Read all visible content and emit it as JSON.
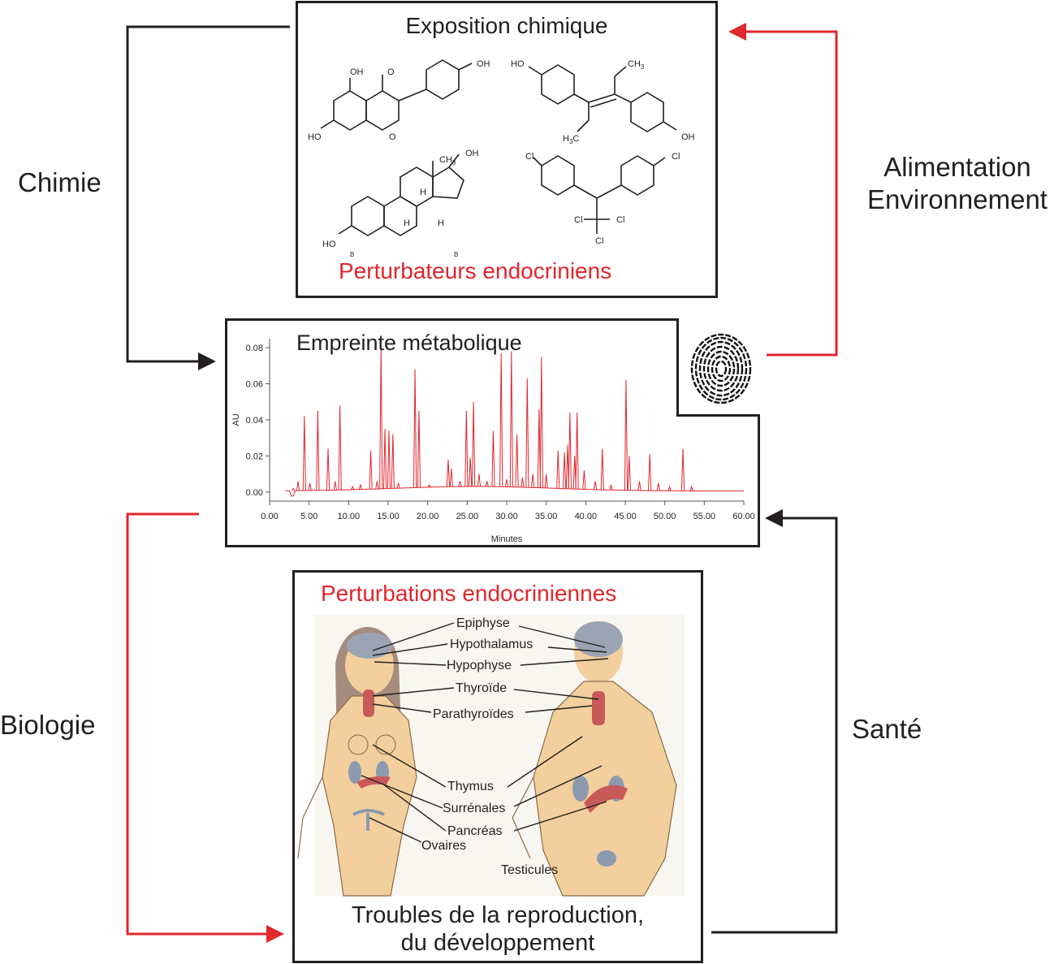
{
  "colors": {
    "black": "#231f20",
    "red": "#e1262d",
    "skin": "#f2cf9c",
    "organ": "#c85a5a"
  },
  "side_labels": {
    "chimie": "Chimie",
    "alimentation": "Alimentation",
    "environnement": "Environnement",
    "biologie": "Biologie",
    "sante": "Santé"
  },
  "top_box": {
    "title": "Exposition chimique",
    "subtitle": "Perturbateurs endocriniens",
    "molecule_labels": {
      "oh": "OH",
      "o": "O",
      "ho": "HO",
      "ch3": "CH",
      "ch3_sub": "3",
      "h3c": "H",
      "h3c_sub": "3",
      "h3c_c": "C",
      "h": "H",
      "cl": "Cl",
      "b": "B"
    }
  },
  "middle_box": {
    "title": "Empreinte métabolique",
    "fingerprint_icon": "fingerprint-icon"
  },
  "chart_data": {
    "type": "line",
    "xlabel": "Minutes",
    "ylabel": "AU",
    "xlim": [
      0,
      60
    ],
    "ylim": [
      -0.005,
      0.085
    ],
    "x_ticks": [
      "0.00",
      "5.00",
      "10.00",
      "15.00",
      "20.00",
      "25.00",
      "30.00",
      "35.00",
      "40.00",
      "45.00",
      "50.00",
      "55.00",
      "60.00"
    ],
    "y_ticks": [
      "0.00",
      "0.02",
      "0.04",
      "0.06",
      "0.08"
    ],
    "series": [
      {
        "peaks": [
          [
            3.0,
            0.002
          ],
          [
            3.6,
            0.006
          ],
          [
            4.4,
            0.042
          ],
          [
            5.1,
            0.005
          ],
          [
            6.1,
            0.045
          ],
          [
            7.4,
            0.024
          ],
          [
            8.3,
            0.006
          ],
          [
            8.9,
            0.048
          ],
          [
            10.5,
            0.003
          ],
          [
            11.5,
            0.004
          ],
          [
            12.8,
            0.023
          ],
          [
            13.6,
            0.006
          ],
          [
            14.1,
            0.08
          ],
          [
            14.6,
            0.035
          ],
          [
            15.1,
            0.034
          ],
          [
            15.6,
            0.032
          ],
          [
            16.3,
            0.005
          ],
          [
            18.4,
            0.068
          ],
          [
            18.9,
            0.045
          ],
          [
            20.2,
            0.004
          ],
          [
            22.6,
            0.018
          ],
          [
            23.0,
            0.013
          ],
          [
            24.1,
            0.006
          ],
          [
            24.9,
            0.045
          ],
          [
            25.4,
            0.019
          ],
          [
            25.8,
            0.05
          ],
          [
            26.5,
            0.01
          ],
          [
            27.5,
            0.006
          ],
          [
            28.3,
            0.034
          ],
          [
            29.3,
            0.077
          ],
          [
            30.0,
            0.007
          ],
          [
            30.6,
            0.078
          ],
          [
            31.3,
            0.032
          ],
          [
            32.0,
            0.008
          ],
          [
            32.6,
            0.063
          ],
          [
            33.3,
            0.01
          ],
          [
            34.1,
            0.046
          ],
          [
            34.4,
            0.075
          ],
          [
            35.0,
            0.01
          ],
          [
            36.5,
            0.023
          ],
          [
            37.3,
            0.022
          ],
          [
            37.7,
            0.026
          ],
          [
            38.0,
            0.044
          ],
          [
            38.6,
            0.02
          ],
          [
            38.9,
            0.044
          ],
          [
            39.8,
            0.012
          ],
          [
            41.2,
            0.006
          ],
          [
            42.1,
            0.024
          ],
          [
            43.2,
            0.004
          ],
          [
            45.1,
            0.062
          ],
          [
            45.5,
            0.02
          ],
          [
            46.8,
            0.006
          ],
          [
            48.1,
            0.021
          ],
          [
            49.2,
            0.005
          ],
          [
            50.6,
            0.003
          ],
          [
            52.3,
            0.024
          ],
          [
            53.4,
            0.003
          ]
        ]
      }
    ]
  },
  "bottom_box": {
    "title": "Perturbations endocriniennes",
    "caption_line1": "Troubles de la reproduction,",
    "caption_line2": "du développement",
    "organs": {
      "epiphyse": "Epiphyse",
      "hypothalamus": "Hypothalamus",
      "hypophyse": "Hypophyse",
      "thyroide": "Thyroïde",
      "parathyroides": "Parathyroïdes",
      "thymus": "Thymus",
      "surrenales": "Surrénales",
      "pancreas": "Pancréas",
      "ovaires": "Ovaires",
      "testicules": "Testicules"
    }
  }
}
